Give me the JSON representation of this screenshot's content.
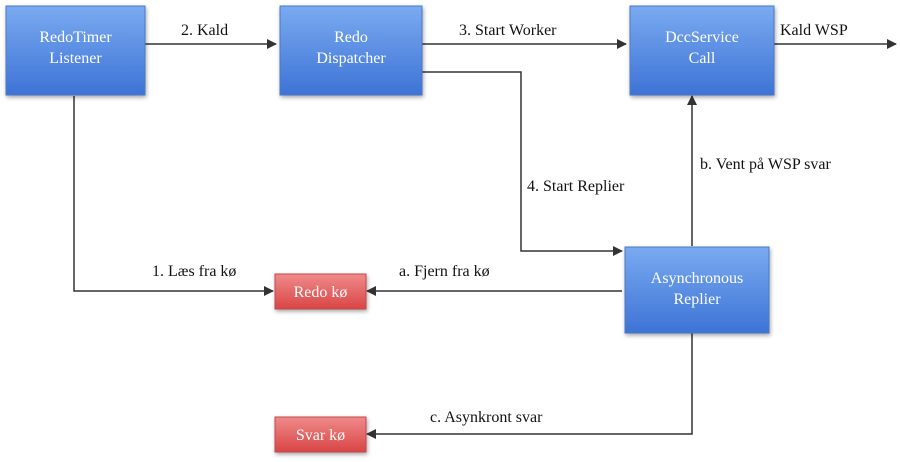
{
  "colors": {
    "process_top": "#7aaaf0",
    "process_bottom": "#3d73d6",
    "process_border": "#4a78c8",
    "queue_top": "#f08a8a",
    "queue_bottom": "#d94545",
    "queue_border": "#c24a4a",
    "line": "#333333"
  },
  "nodes": {
    "redotimer_listener": {
      "line1": "RedoTimer",
      "line2": "Listener"
    },
    "redo_dispatcher": {
      "line1": "Redo",
      "line2": "Dispatcher"
    },
    "dccservice_call": {
      "line1": "DccService",
      "line2": "Call"
    },
    "asynchronous_replier": {
      "line1": "Asynchronous",
      "line2": "Replier"
    },
    "redo_queue": {
      "label": "Redo kø"
    },
    "svar_queue": {
      "label": "Svar kø"
    }
  },
  "edges": {
    "kald": "2. Kald",
    "start_worker": "3. Start Worker",
    "kald_wsp": "Kald WSP",
    "start_replier": "4. Start Replier",
    "vent_wsp": "b. Vent på WSP svar",
    "laes_fra_koe": "1. Læs fra kø",
    "fjern_fra_koe": "a. Fjern fra kø",
    "asynkront_svar": "c. Asynkront svar"
  }
}
